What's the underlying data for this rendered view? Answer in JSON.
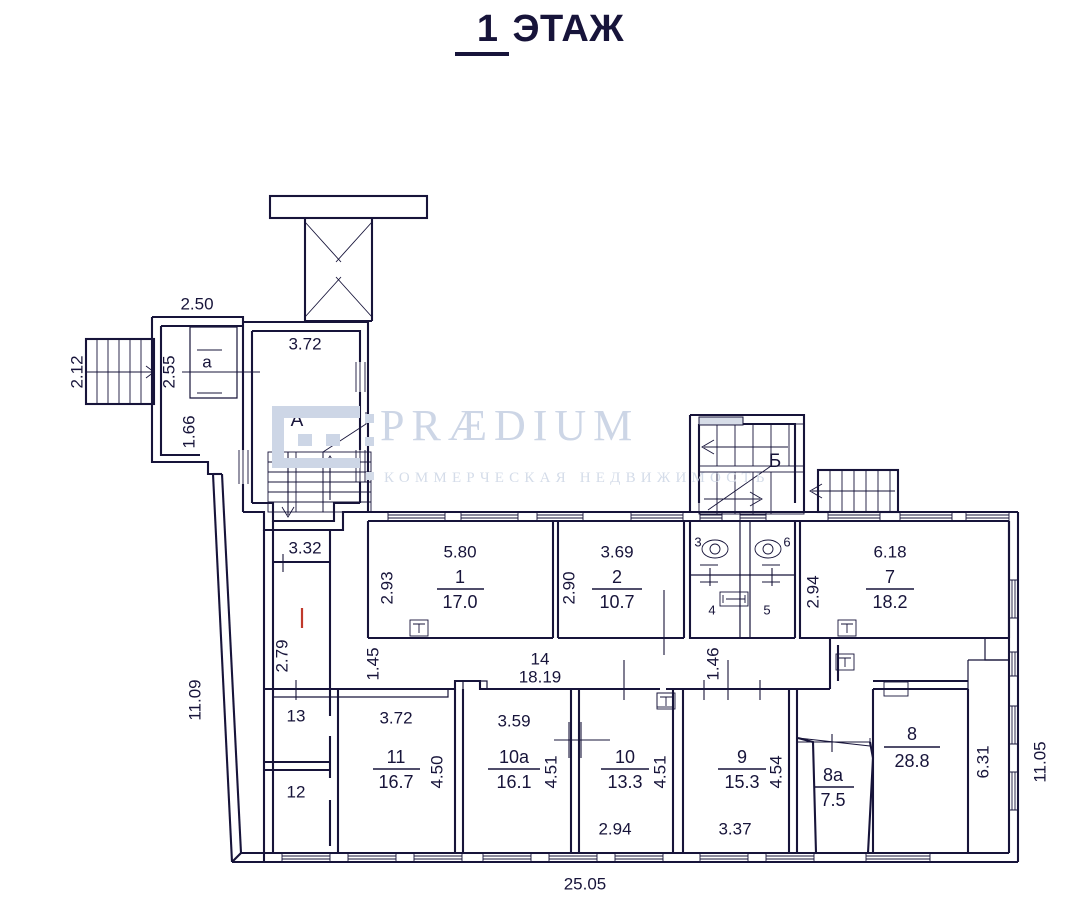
{
  "title": {
    "floor_number": "1",
    "floor_word": "ЭТАЖ"
  },
  "watermark": {
    "brand": "PRÆDIUM",
    "tagline": "КОММЕРЧЕСКАЯ НЕДВИЖИМОСТЬ"
  },
  "stairwell_labels": {
    "a_hall": "А",
    "b_hall": "Б",
    "small_room": "a"
  },
  "rooms": [
    {
      "id": "room-1",
      "number": "1",
      "area": "17.0",
      "width_label": "5.80",
      "height_label": "2.93"
    },
    {
      "id": "room-2",
      "number": "2",
      "area": "10.7",
      "width_label": "3.69",
      "height_label": "2.90"
    },
    {
      "id": "room-3",
      "number": "3",
      "area": "",
      "width_label": "",
      "height_label": ""
    },
    {
      "id": "room-4",
      "number": "4",
      "area": "",
      "width_label": "",
      "height_label": ""
    },
    {
      "id": "room-5",
      "number": "5",
      "area": "",
      "width_label": "",
      "height_label": ""
    },
    {
      "id": "room-6",
      "number": "6",
      "area": "",
      "width_label": "",
      "height_label": ""
    },
    {
      "id": "room-7",
      "number": "7",
      "area": "18.2",
      "width_label": "6.18",
      "height_label": "2.94"
    },
    {
      "id": "room-8",
      "number": "8",
      "area": "28.8",
      "width_label": "",
      "height_label": "6.31"
    },
    {
      "id": "room-8a",
      "number": "8а",
      "area": "7.5",
      "width_label": "",
      "height_label": ""
    },
    {
      "id": "room-9",
      "number": "9",
      "area": "15.3",
      "width_label": "3.37",
      "height_label": "4.54"
    },
    {
      "id": "room-10",
      "number": "10",
      "area": "13.3",
      "width_label": "2.94",
      "height_label": "4.51"
    },
    {
      "id": "room-10a",
      "number": "10а",
      "area": "16.1",
      "width_label": "3.59",
      "height_label": "4.51"
    },
    {
      "id": "room-11",
      "number": "11",
      "area": "16.7",
      "width_label": "3.72",
      "height_label": "4.50"
    },
    {
      "id": "room-12",
      "number": "12",
      "area": "",
      "width_label": "",
      "height_label": ""
    },
    {
      "id": "room-13",
      "number": "13",
      "area": "",
      "width_label": "",
      "height_label": ""
    },
    {
      "id": "room-14",
      "number": "14",
      "area": "18.19",
      "width_label": "",
      "height_label": ""
    }
  ],
  "dimensions": {
    "left_stair_width": "2.12",
    "top_left_2_50": "2.50",
    "small_room_2_55": "2.55",
    "left_1_66": "1.66",
    "hall_3_72": "3.72",
    "hall_3_32": "3.32",
    "left_2_79": "2.79",
    "left_11_09": "11.09",
    "corridor_1_45": "1.45",
    "corridor_1_46": "1.46",
    "bottom_total": "25.05",
    "right_11_05": "11.05",
    "right_6_31": "6.31"
  },
  "colors": {
    "ink": "#17143a",
    "watermark": "#cdd6e6",
    "red_mark": "#c0392b",
    "paper": "#ffffff"
  }
}
